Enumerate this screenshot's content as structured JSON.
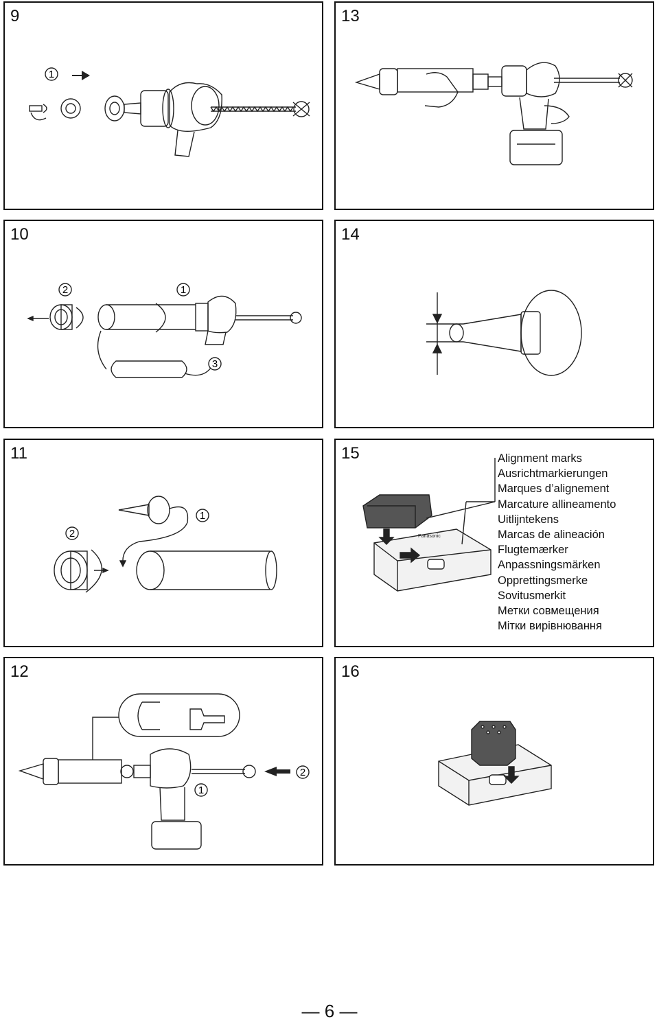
{
  "panels": {
    "p9": {
      "number": "9"
    },
    "p13": {
      "number": "13"
    },
    "p10": {
      "number": "10"
    },
    "p14": {
      "number": "14"
    },
    "p11": {
      "number": "11"
    },
    "p15": {
      "number": "15"
    },
    "p12": {
      "number": "12"
    },
    "p16": {
      "number": "16"
    }
  },
  "callouts": {
    "one": "1",
    "two": "2",
    "three": "3"
  },
  "legend": [
    "Alignment marks",
    "Ausrichtmarkierungen",
    "Marques d’alignement",
    "Marcature allineamento",
    "Uitlijntekens",
    "Marcas de alineación",
    "Flugtemærker",
    "Anpassningsmärken",
    "Opprettingsmerke",
    "Sovitusmerkit",
    "Метки совмещения",
    "Мітки вирівнювання"
  ],
  "charger_brand": "Panasonic",
  "page_number": "— 6 —"
}
